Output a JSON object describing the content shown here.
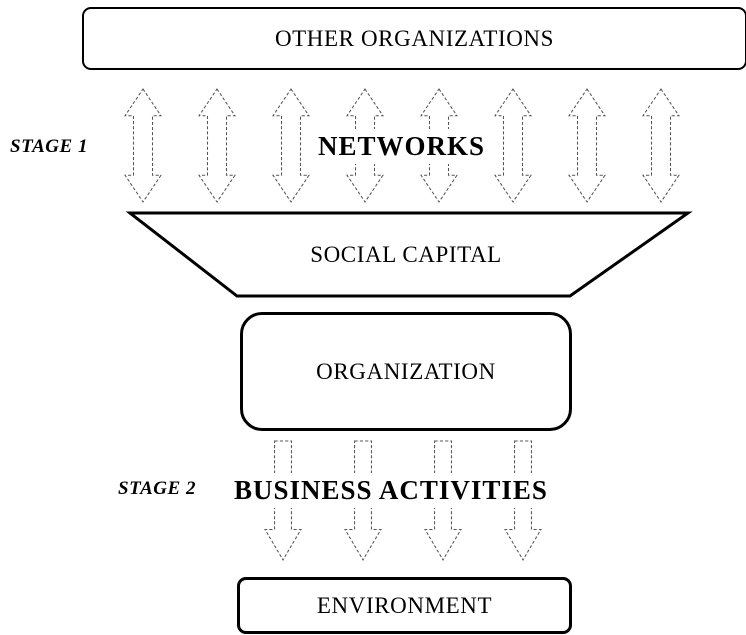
{
  "nodes": {
    "other_organizations": {
      "label": "OTHER ORGANIZATIONS"
    },
    "social_capital": {
      "label": "SOCIAL CAPITAL"
    },
    "organization": {
      "label": "ORGANIZATION"
    },
    "environment": {
      "label": "ENVIRONMENT"
    }
  },
  "stages": {
    "stage1": {
      "label": "STAGE 1",
      "process": "NETWORKS",
      "arrow_count": 8,
      "arrow_direction": "bidirectional-vertical"
    },
    "stage2": {
      "label": "STAGE 2",
      "process": "BUSINESS ACTIVITIES",
      "arrow_count": 4,
      "arrow_direction": "down"
    }
  },
  "colors": {
    "ink": "#000000",
    "arrow_outline": "#555555",
    "background": "#ffffff"
  }
}
